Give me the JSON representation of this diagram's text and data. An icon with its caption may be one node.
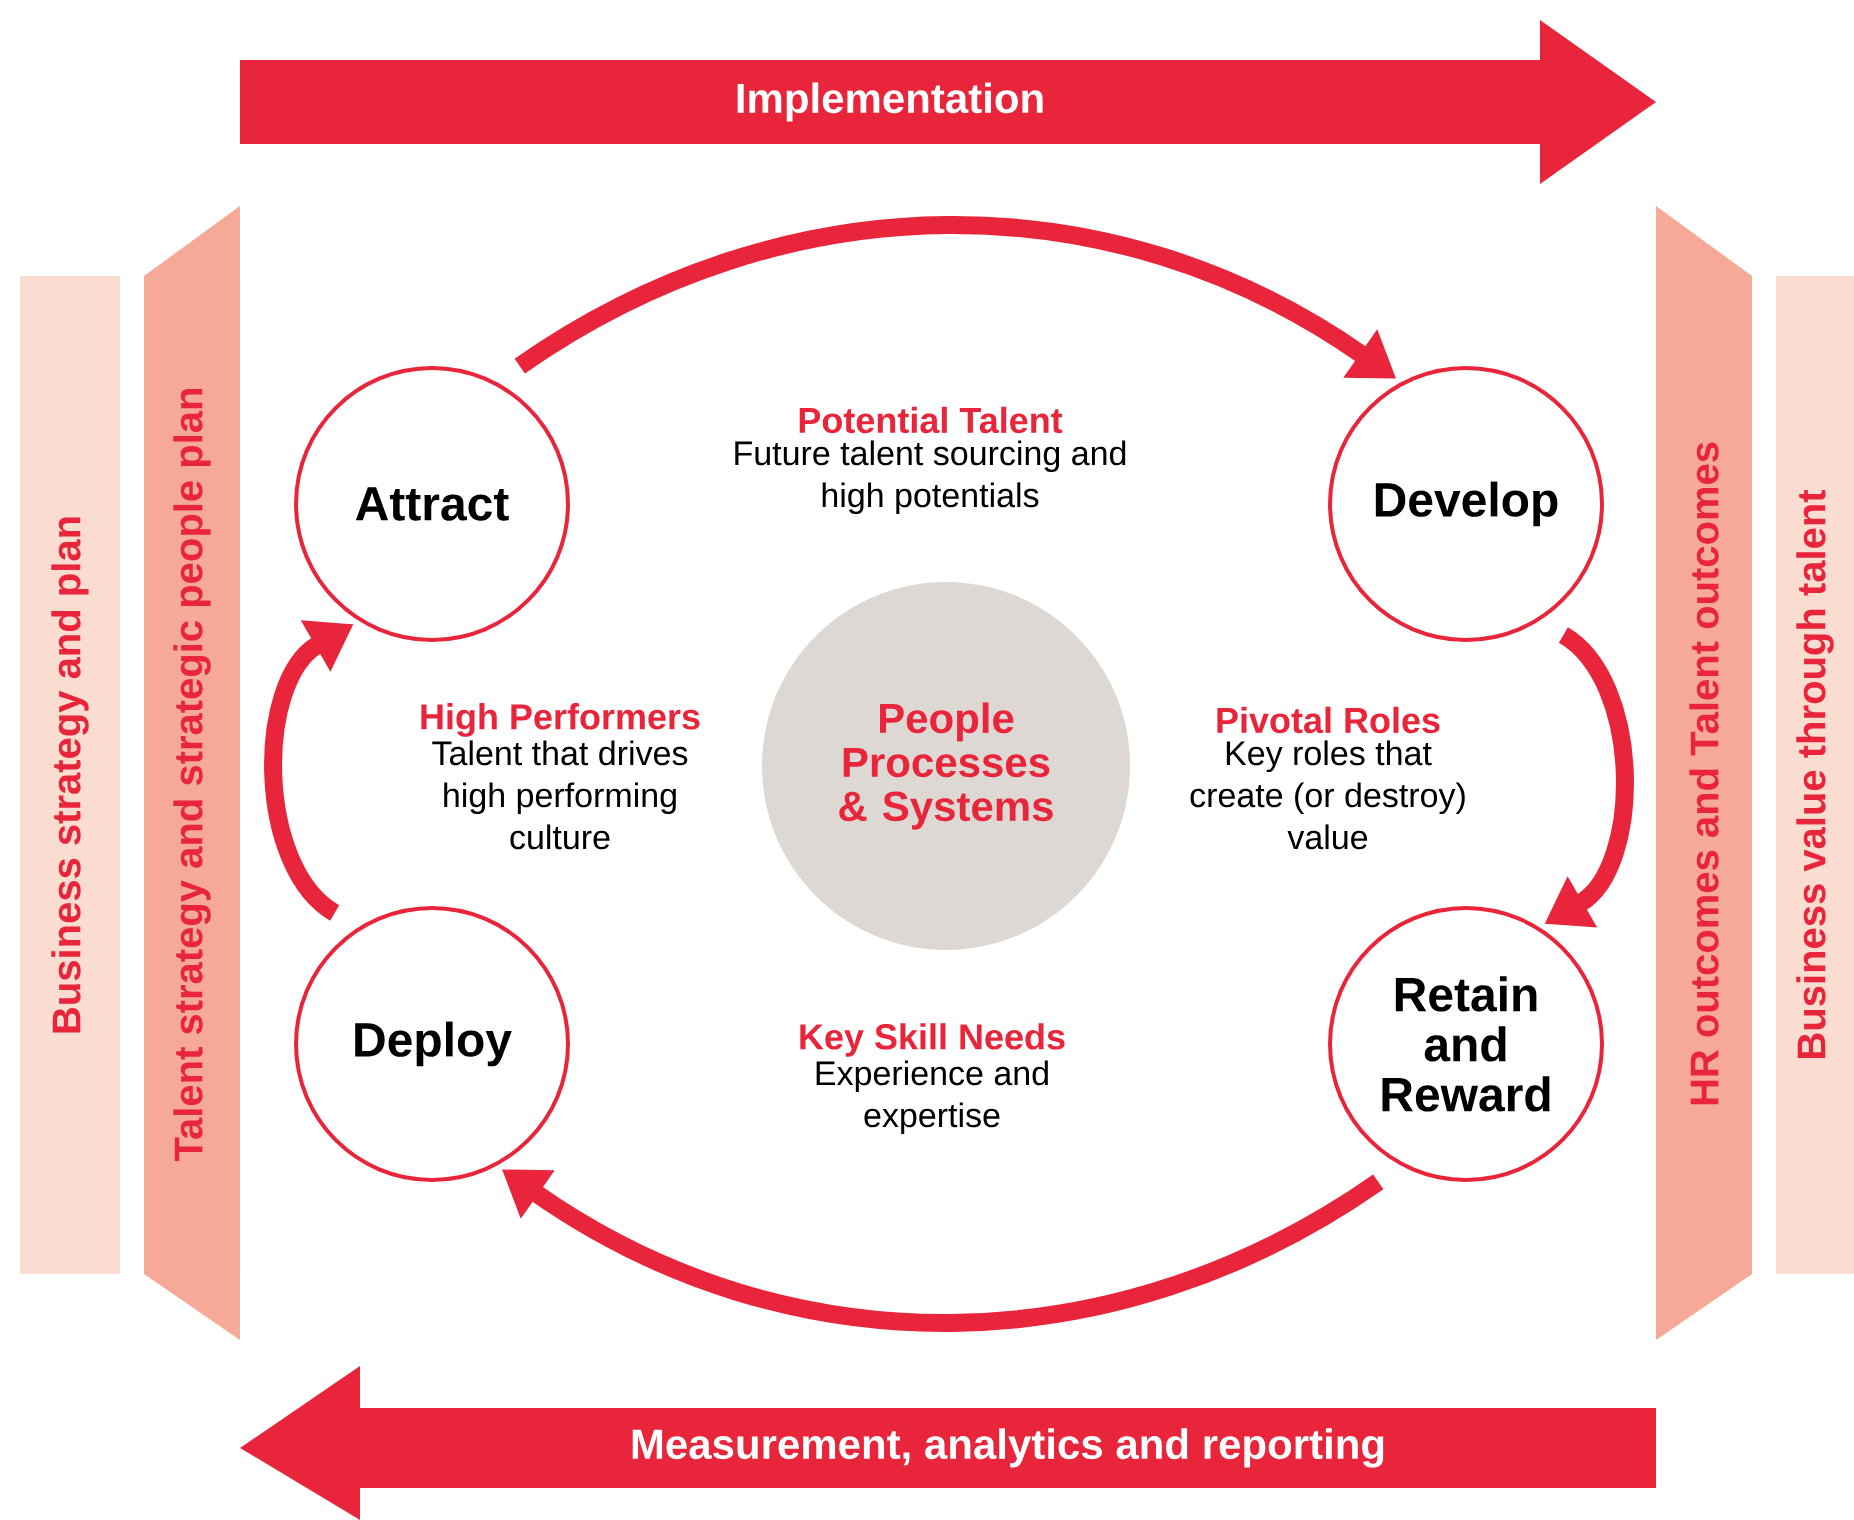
{
  "diagram": {
    "nodes": [
      {
        "text": [
          "Implementation"
        ]
      },
      {
        "text": [
          "Business strategy and plan"
        ]
      },
      {
        "text": [
          "Talent strategy and strategic people plan"
        ]
      },
      {
        "text": [
          "Attract"
        ]
      },
      {
        "text": [
          "Develop"
        ]
      },
      {
        "text": [
          "People Processes & Systems"
        ]
      },
      {
        "text": [
          "Deploy"
        ]
      },
      {
        "text": [
          "Retain and Reward"
        ]
      },
      {
        "text": [
          "HR outcomes and Talent outcomes"
        ]
      },
      {
        "text": [
          "Business value through talent"
        ]
      },
      {
        "text": [
          "Measurement, analytics and reporting"
        ]
      }
    ],
    "edges": [
      {
        "from": 3,
        "to": 4,
        "arrow": "to"
      },
      {
        "from": 4,
        "to": 7,
        "arrow": "to"
      },
      {
        "from": 7,
        "to": 6,
        "arrow": "to"
      },
      {
        "from": 6,
        "to": 3,
        "arrow": "to"
      }
    ],
    "labels": [
      "Potential Talent",
      "Future talent sourcing and high potentials",
      "High Performers",
      "Talent that drives high performing culture",
      "Pivotal Roles",
      "Key roles that create (or destroy) value",
      "Key Skill Needs",
      "Experience and expertise"
    ]
  }
}
